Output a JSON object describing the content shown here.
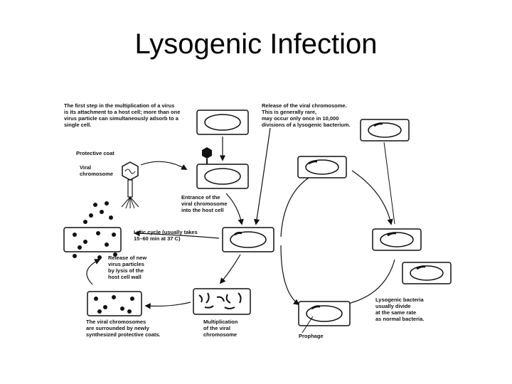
{
  "title": "Lysogenic Infection",
  "labels": {
    "first_step": [
      "The first step in the multiplication of a virus",
      "is its attachment to a host cell; more than one",
      "virus particle can simultaneously adsorb to a",
      "single cell."
    ],
    "protective_coat": "Protective coat",
    "viral_chromosome": [
      "Viral",
      "chromosome"
    ],
    "entrance": [
      "Entrance of the",
      "viral chromosome",
      "into the host cell"
    ],
    "lytic_cycle": [
      "Lytic cycle (usually takes",
      "15–60 min  at 37  C)"
    ],
    "release_particles": [
      "Release of new",
      "virus particles",
      "by lysis of the",
      "host cell wall"
    ],
    "surrounded": [
      "The viral chromosomes",
      "are surrounded by newly",
      "synthesized protective coats."
    ],
    "multiplication": [
      "Multiplication",
      "of the viral",
      "chromosome"
    ],
    "release_chromosome": [
      "Release of the viral chromosome.",
      "This is generally rare,",
      "may occur only once in 10,000",
      "divisions of a lysogenic bacterium."
    ],
    "prophage": "Prophage",
    "lysogenic_divide": [
      "Lysogenic bacteria",
      "usually divide",
      "at the same rate",
      "as normal bacteria."
    ]
  }
}
